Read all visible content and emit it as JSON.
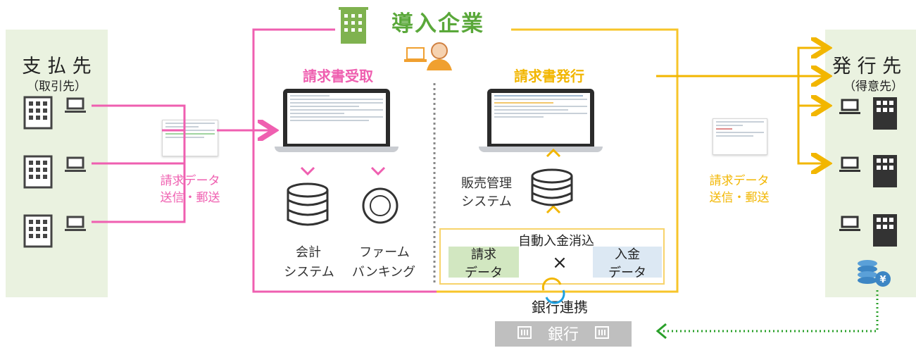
{
  "left": {
    "title": "支 払 先",
    "subtitle": "（取引先）",
    "mail_label_1": "請求データ",
    "mail_label_2": "送信・郵送"
  },
  "center": {
    "title": "導入企業",
    "receive_title": "請求書受取",
    "issue_title": "請求書発行",
    "accounting_1": "会計",
    "accounting_2": "システム",
    "firm_1": "ファーム",
    "firm_2": "バンキング",
    "sales_1": "販売管理",
    "sales_2": "システム",
    "auto_match": "自動入金消込",
    "invoice_data_1": "請求",
    "invoice_data_2": "データ",
    "times": "×",
    "payment_data_1": "入金",
    "payment_data_2": "データ",
    "bank_link": "銀行連携",
    "yen": "¥"
  },
  "right": {
    "title": "発 行 先",
    "subtitle": "（得意先）",
    "mail_label_1": "請求データ",
    "mail_label_2": "送信・郵送"
  },
  "bank": {
    "label": "銀行"
  },
  "colors": {
    "pink": "#ef5fb0",
    "yellow": "#f2b600",
    "green": "#5aa83a",
    "panel": "#eaf2e0",
    "dotted_green": "#2aa02a",
    "building": "#3a3a3a"
  },
  "icons": [
    "building-icon",
    "laptop-icon",
    "person-icon",
    "database-icon",
    "yen-coin-icon",
    "coins-icon",
    "bank-icon",
    "sync-icon",
    "arrow-icon"
  ]
}
